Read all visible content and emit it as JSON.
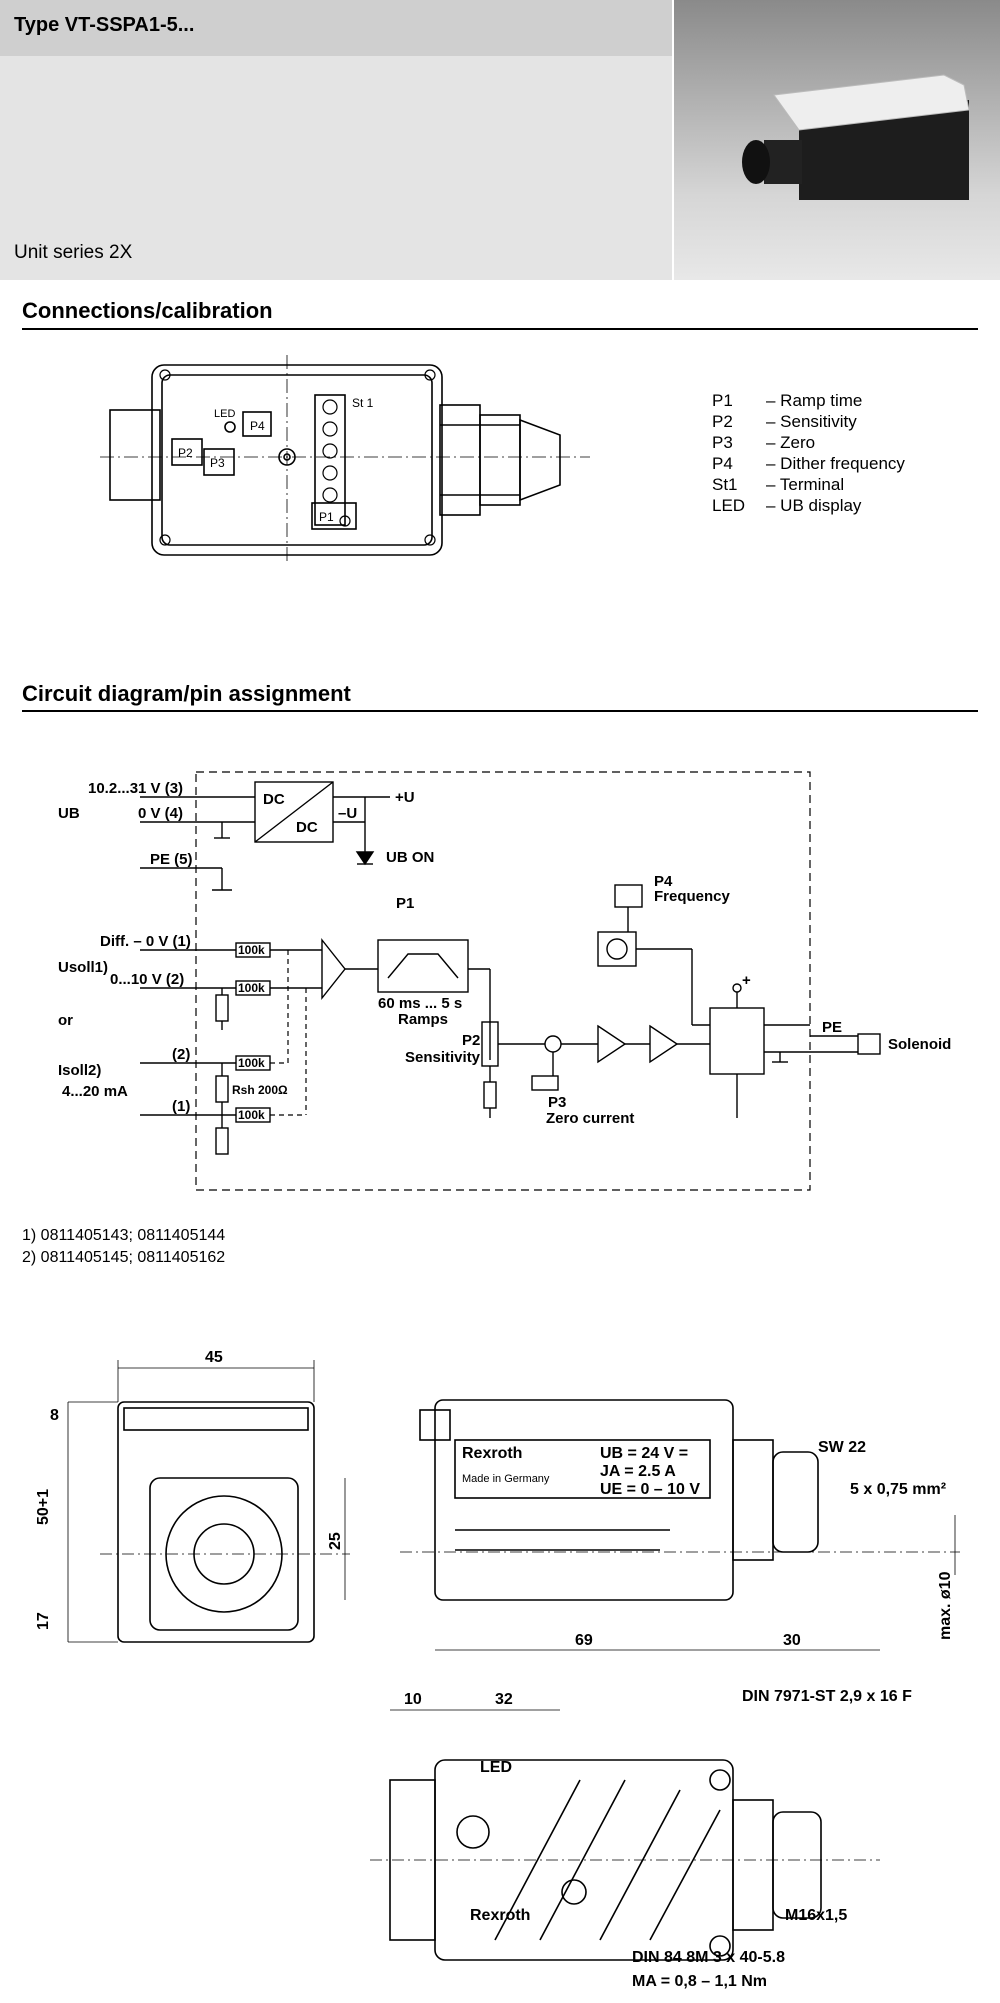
{
  "header": {
    "type_title": "Type VT-SSPA1-5...",
    "unit_series": "Unit series 2X"
  },
  "sections": {
    "connections": "Connections/calibration",
    "circuit": "Circuit diagram/pin assignment"
  },
  "legend": [
    {
      "key": "P1",
      "desc": "– Ramp time"
    },
    {
      "key": "P2",
      "desc": "– Sensitivity"
    },
    {
      "key": "P3",
      "desc": "– Zero"
    },
    {
      "key": "P4",
      "desc": "– Dither frequency"
    },
    {
      "key": "St1",
      "desc": "– Terminal"
    },
    {
      "key": "LED",
      "desc": "– UB display"
    }
  ],
  "board": {
    "led": "LED",
    "p1": "P1",
    "p2": "P2",
    "p3": "P3",
    "p4": "P4",
    "st1": "St 1"
  },
  "circuit": {
    "v_supply": "10.2...31 V (3)",
    "v_zero": "0 V (4)",
    "pe": "PE (5)",
    "ub": "UB",
    "dc_top": "DC",
    "dc_bot": "DC",
    "plus_u": "+U",
    "minus_u": "–U",
    "ub_on": "UB ON",
    "diff": "Diff. – 0 V (1)",
    "usoll": "Usoll1)",
    "range_v": "0...10 V (2)",
    "or": "or",
    "isoll": "Isoll2)",
    "range_i": "4...20 mA",
    "pin2": "(2)",
    "pin1": "(1)",
    "r100k": "100k",
    "rsh": "Rsh 200Ω",
    "p1": "P1",
    "ramp_time": "60 ms ... 5 s",
    "ramps": "Ramps",
    "p2": "P2",
    "sensitivity": "Sensitivity",
    "p3": "P3",
    "zero_current": "Zero current",
    "p4": "P4",
    "frequency": "Frequency",
    "plus": "+",
    "pe_out": "PE",
    "solenoid": "Solenoid"
  },
  "footnotes": [
    "1) 0811405143; 0811405144",
    "2) 0811405145; 0811405162"
  ],
  "dimensions": {
    "w45": "45",
    "h8": "8",
    "h50": "50+1",
    "h17": "17",
    "h25": "25",
    "brand": "Rexroth",
    "made": "Made in Germany",
    "ub_rating": "UB = 24 V =",
    "ja_rating": "JA = 2.5 A",
    "ue_rating": "UE = 0 – 10 V",
    "sw22": "SW 22",
    "cable": "5 x 0,75 mm²",
    "maxd": "max. ø10",
    "l69": "69",
    "l30": "30",
    "l10": "10",
    "l32": "32",
    "din7971": "DIN 7971-ST 2,9 x 16 F",
    "led": "LED",
    "brand2": "Rexroth",
    "m16": "M16x1,5",
    "din84": "DIN 84 8M 3 x 40-5.8",
    "ma": "MA = 0,8 – 1,1 Nm"
  }
}
